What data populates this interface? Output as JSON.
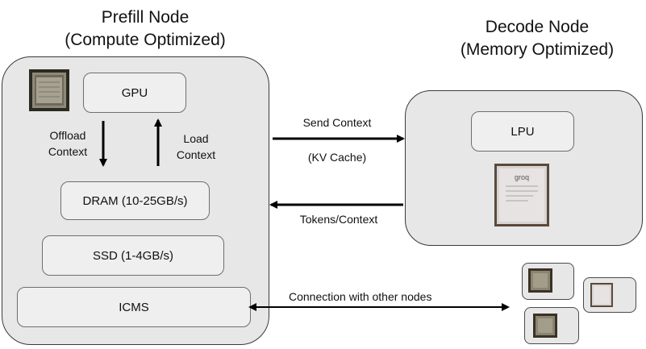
{
  "prefill": {
    "title_line1": "Prefill Node",
    "title_line2": "(Compute Optimized)",
    "gpu_label": "GPU",
    "offload_line1": "Offload",
    "offload_line2": "Context",
    "load_line1": "Load",
    "load_line2": "Context",
    "dram_label": "DRAM (10-25GB/s)",
    "ssd_label": "SSD (1-4GB/s)",
    "icms_label": "ICMS"
  },
  "decode": {
    "title_line1": "Decode Node",
    "title_line2": "(Memory Optimized)",
    "lpu_label": "LPU",
    "chip_brand": "groq"
  },
  "links": {
    "send_context": "Send Context",
    "kv_cache": "(KV Cache)",
    "tokens_context": "Tokens/Context",
    "connection": "Connection with other nodes"
  },
  "colors": {
    "node_fill": "#e7e7e7",
    "box_fill": "#efefef",
    "arrow": "#000000"
  }
}
